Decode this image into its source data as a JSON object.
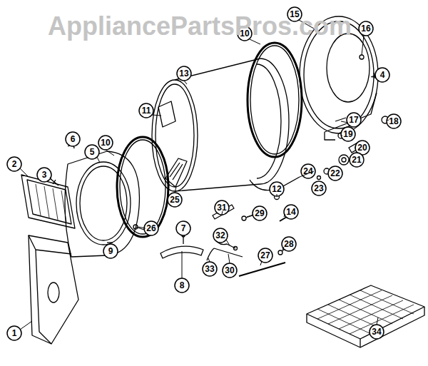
{
  "diagram": {
    "labels": [
      "AppliancePartsPros.com",
      "15",
      "16",
      "10",
      "4",
      "13",
      "11",
      "6",
      "10",
      "5",
      "2",
      "17",
      "18",
      "19",
      "20",
      "21",
      "22",
      "23",
      "24",
      "3",
      "12",
      "14",
      "25",
      "31",
      "29",
      "26",
      "7",
      "9",
      "32",
      "28",
      "33",
      "30",
      "27",
      "8",
      "1",
      "34"
    ]
  }
}
